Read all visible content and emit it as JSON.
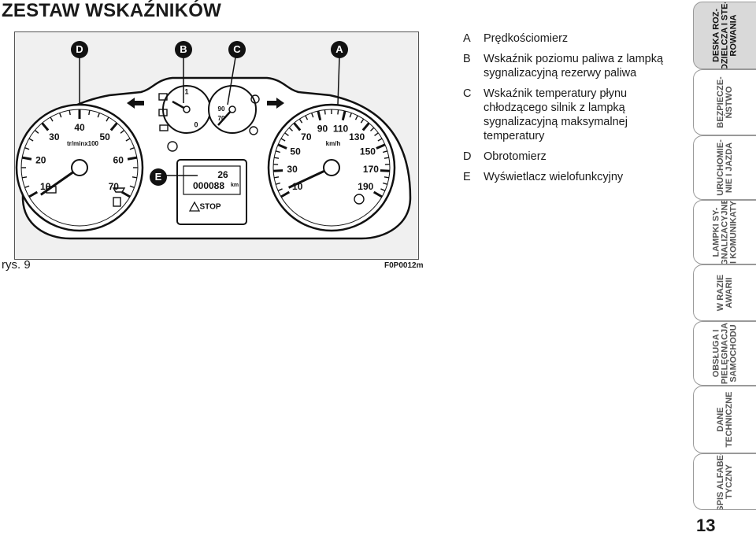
{
  "title": "ZESTAW WSKAŹNIKÓW",
  "figure": {
    "caption": "rys. 9",
    "code": "F0P0012m",
    "callouts": [
      "D",
      "B",
      "C",
      "A",
      "E"
    ],
    "tachometer": {
      "unit": "tr/minx100",
      "ticks": [
        "10",
        "20",
        "30",
        "40",
        "50",
        "60",
        "70"
      ]
    },
    "speedometer": {
      "unit": "km/h",
      "ticks": [
        "10",
        "30",
        "50",
        "70",
        "90",
        "110",
        "130",
        "150",
        "170",
        "190"
      ]
    },
    "center_gauges": {
      "fuel_marks": [
        "0",
        "1"
      ],
      "temp_ticks": [
        "90",
        "70"
      ]
    },
    "display": {
      "top": "26",
      "odometer": "000088",
      "unit": "km",
      "warning": "STOP"
    }
  },
  "legend": [
    {
      "letter": "A",
      "text": "Prędkościomierz"
    },
    {
      "letter": "B",
      "text": "Wskaźnik poziomu paliwa z lampką sygnalizacyjną rezerwy paliwa"
    },
    {
      "letter": "C",
      "text": "Wskaźnik temperatury płynu chłodzącego silnik z lampką sygnalizacyjną maksymalnej temperatury"
    },
    {
      "letter": "D",
      "text": "Obrotomierz"
    },
    {
      "letter": "E",
      "text": "Wyświetlacz wielofunkcyjny"
    }
  ],
  "tabs": [
    {
      "label": "DESKA ROZ-\nDZIELCZA I STE-\nROWANIA",
      "active": true
    },
    {
      "label": "BEZPIECZE-\nŃSTWO",
      "active": false
    },
    {
      "label": "URUCHOMIE-\nNIE I JAZDA",
      "active": false
    },
    {
      "label": "LAMPKI SY-\nGNALIZACYJNE\nI KOMUNIKATY",
      "active": false
    },
    {
      "label": "W RAZIE\nAWARII",
      "active": false
    },
    {
      "label": "OBSŁUGA I\nPIELĘGNACJA\nSAMOCHODU",
      "active": false
    },
    {
      "label": "DANE\nTECHNICZNE",
      "active": false
    },
    {
      "label": "SPIS ALFABE-\nTYCZNY",
      "active": false
    }
  ],
  "page_number": "13"
}
